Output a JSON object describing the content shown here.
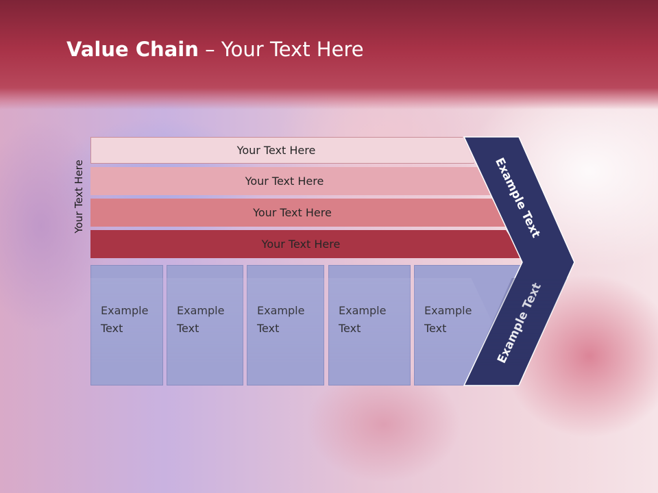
{
  "slide": {
    "title_bold": "Value Chain",
    "title_rest": " – Your Text Here",
    "vertical_label": "Your Text Here"
  },
  "bars": [
    {
      "label": "Your Text Here",
      "color": "#f2d6dc"
    },
    {
      "label": "Your Text Here",
      "color": "#e6a9b3"
    },
    {
      "label": "Your Text Here",
      "color": "#d98088"
    },
    {
      "label": "Your Text Here",
      "color": "#a93545"
    }
  ],
  "boxes": [
    {
      "label": "Example Text"
    },
    {
      "label": "Example Text"
    },
    {
      "label": "Example Text"
    },
    {
      "label": "Example Text"
    },
    {
      "label": "Example Text"
    }
  ],
  "chevron": {
    "top_label": "Example Text",
    "bottom_label": "Example Text",
    "color": "#2f3467"
  }
}
